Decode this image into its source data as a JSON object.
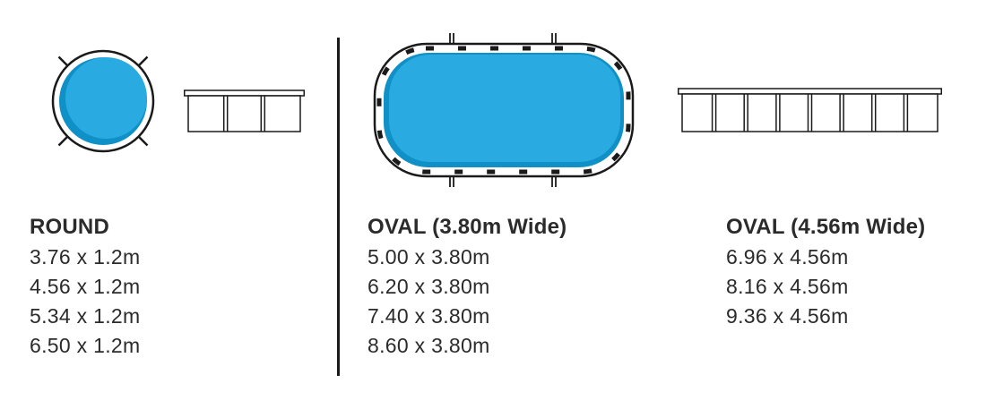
{
  "colors": {
    "pool_blue": "#29abe2",
    "pool_blue_dark": "#0f90c7",
    "outline": "#1a1a1a",
    "text": "#2b2b2b"
  },
  "columns": [
    {
      "id": "round",
      "title": "ROUND",
      "sizes": [
        "3.76 x 1.2m",
        "4.56 x 1.2m",
        "5.34 x 1.2m",
        "6.50 x 1.2m"
      ]
    },
    {
      "id": "oval-380",
      "title": "OVAL (3.80m Wide)",
      "sizes": [
        "5.00 x 3.80m",
        "6.20 x 3.80m",
        "7.40 x 3.80m",
        "8.60 x 3.80m"
      ]
    },
    {
      "id": "oval-456",
      "title": "OVAL (4.56m Wide)",
      "sizes": [
        "6.96 x 4.56m",
        "8.16 x 4.56m",
        "9.36 x 4.56m"
      ]
    }
  ]
}
